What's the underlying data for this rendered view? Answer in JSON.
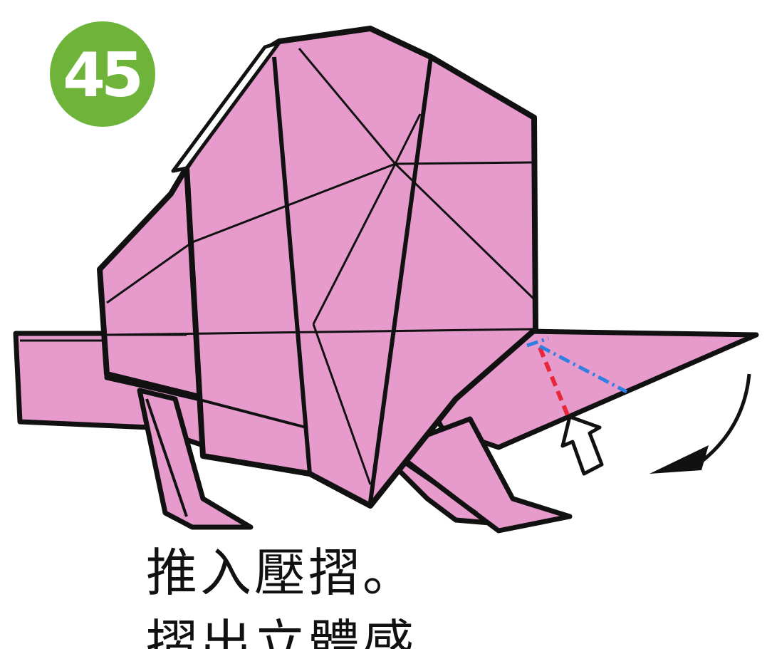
{
  "step": {
    "number": "45"
  },
  "instructions": {
    "line1": "推入壓摺。",
    "line2": "摺出立體感。"
  },
  "colors": {
    "paper": "#e79bcd",
    "outline": "#111111",
    "badge": "#6fb43a",
    "valley_fold": "#2f7fe0",
    "mountain_fold": "#e8283a"
  },
  "icons": {
    "push_arrow": "hollow-arrow-icon",
    "rotate_arrow": "curved-arrow-icon"
  }
}
